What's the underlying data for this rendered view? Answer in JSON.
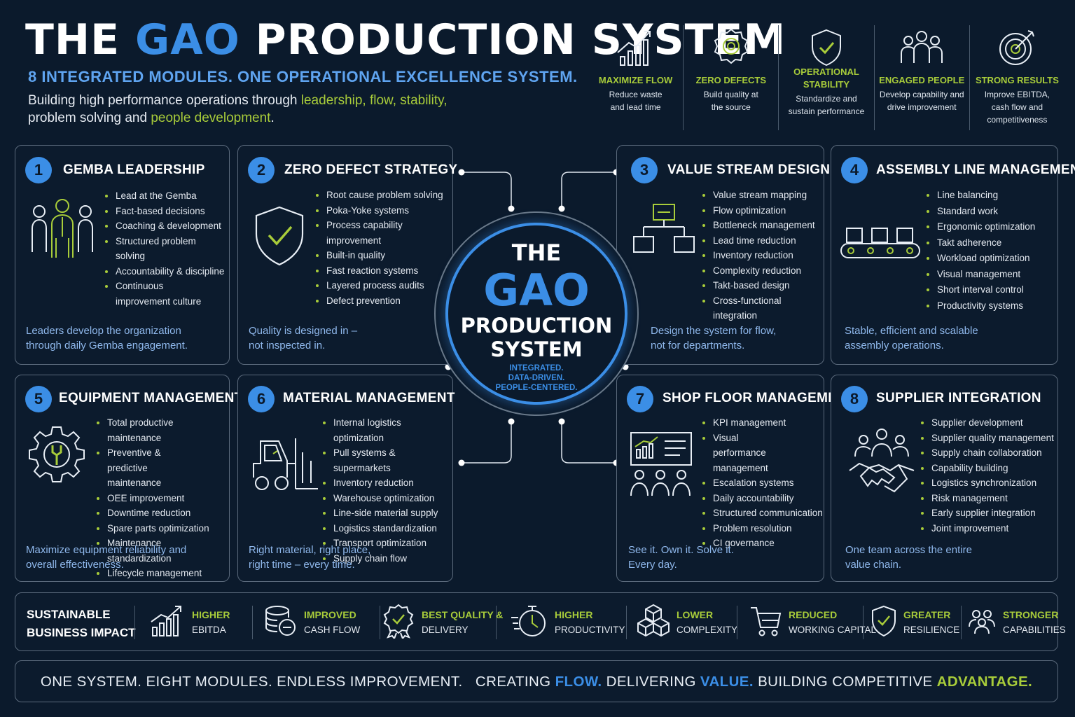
{
  "header": {
    "title_pre": "THE ",
    "title_gao": "GAO",
    "title_post": " PRODUCTION SYSTEM",
    "subtitle": "8 INTEGRATED MODULES. ONE OPERATIONAL EXCELLENCE SYSTEM.",
    "intro_1": "Building high performance operations through ",
    "intro_hl1": "leadership, flow, stability,",
    "intro_2": "problem solving and ",
    "intro_hl2": "people development",
    "intro_3": "."
  },
  "pillars": [
    {
      "icon": "growth-chart-icon",
      "title": "MAXIMIZE FLOW",
      "desc": "Reduce waste and lead time"
    },
    {
      "icon": "award-badge-icon",
      "title": "ZERO DEFECTS",
      "desc": "Build quality at the source"
    },
    {
      "icon": "shield-check-icon",
      "title": "OPERATIONAL STABILITY",
      "desc": "Standardize and sustain performance"
    },
    {
      "icon": "people-group-icon",
      "title": "ENGAGED PEOPLE",
      "desc": "Develop capability and drive improvement"
    },
    {
      "icon": "target-icon",
      "title": "STRONG RESULTS",
      "desc": "Improve EBITDA, cash flow and competitiveness"
    }
  ],
  "modules": [
    {
      "num": "1",
      "title": "GEMBA LEADERSHIP",
      "icon": "leader-team-icon",
      "items": [
        "Lead at the Gemba",
        "Fact-based decisions",
        "Coaching & development",
        "Structured problem solving",
        "Accountability & discipline",
        "Continuous improvement culture"
      ],
      "footer": "Leaders develop the organization through daily Gemba engagement."
    },
    {
      "num": "2",
      "title": "ZERO DEFECT STRATEGY",
      "icon": "shield-check-icon",
      "items": [
        "Root cause problem solving",
        "Poka-Yoke systems",
        "Process capability improvement",
        "Built-in quality",
        "Fast reaction systems",
        "Layered process audits",
        "Defect prevention"
      ],
      "footer": "Quality is designed in – not inspected in."
    },
    {
      "num": "3",
      "title": "VALUE STREAM DESIGN",
      "icon": "flow-diagram-icon",
      "items": [
        "Value stream mapping",
        "Flow optimization",
        "Bottleneck management",
        "Lead time reduction",
        "Inventory reduction",
        "Complexity reduction",
        "Takt-based design",
        "Cross-functional integration"
      ],
      "footer": "Design the system for flow, not for departments."
    },
    {
      "num": "4",
      "title": "ASSEMBLY LINE MANAGEMENT",
      "icon": "conveyor-icon",
      "items": [
        "Line balancing",
        "Standard work",
        "Ergonomic optimization",
        "Takt adherence",
        "Workload optimization",
        "Visual management",
        "Short interval control",
        "Productivity systems"
      ],
      "footer": "Stable, efficient and scalable assembly operations."
    },
    {
      "num": "5",
      "title": "EQUIPMENT MANAGEMENT",
      "icon": "gear-wrench-icon",
      "items": [
        "Total productive maintenance",
        "Preventive & predictive maintenance",
        "OEE improvement",
        "Downtime reduction",
        "Spare parts optimization",
        "Maintenance standardization",
        "Lifecycle management"
      ],
      "footer": "Maximize equipment reliability and overall effectiveness."
    },
    {
      "num": "6",
      "title": "MATERIAL MANAGEMENT",
      "icon": "forklift-icon",
      "items": [
        "Internal logistics optimization",
        "Pull systems & supermarkets",
        "Inventory reduction",
        "Warehouse optimization",
        "Line-side material supply",
        "Logistics standardization",
        "Transport optimization",
        "Supply chain flow"
      ],
      "footer": "Right material, right place, right time – every time."
    },
    {
      "num": "7",
      "title": "SHOP FLOOR MANAGEMENT",
      "icon": "kpi-board-icon",
      "items": [
        "KPI management",
        "Visual performance management",
        "Escalation systems",
        "Daily accountability",
        "Structured communication",
        "Problem resolution",
        "CI governance"
      ],
      "footer": "See it. Own it. Solve it. Every day."
    },
    {
      "num": "8",
      "title": "SUPPLIER INTEGRATION",
      "icon": "handshake-icon",
      "items": [
        "Supplier development",
        "Supplier quality management",
        "Supply chain collaboration",
        "Capability building",
        "Logistics synchronization",
        "Risk management",
        "Early supplier integration",
        "Joint improvement"
      ],
      "footer": "One team across the entire value chain."
    }
  ],
  "center": {
    "the": "THE",
    "gao": "GAO",
    "line1": "PRODUCTION",
    "line2": "SYSTEM",
    "tag1": "INTEGRATED.",
    "tag2": "DATA-DRIVEN.",
    "tag3": "PEOPLE-CENTERED."
  },
  "impact": {
    "label_1": "SUSTAINABLE",
    "label_2": "BUSINESS IMPACT",
    "items": [
      {
        "icon": "bar-growth-icon",
        "l1": "HIGHER",
        "l2": "EBITDA"
      },
      {
        "icon": "coins-icon",
        "l1": "IMPROVED",
        "l2": "CASH FLOW"
      },
      {
        "icon": "quality-badge-icon",
        "l1": "BEST QUALITY &",
        "l2": "DELIVERY"
      },
      {
        "icon": "stopwatch-icon",
        "l1": "HIGHER",
        "l2": "PRODUCTIVITY"
      },
      {
        "icon": "cubes-icon",
        "l1": "LOWER",
        "l2": "COMPLEXITY"
      },
      {
        "icon": "cart-icon",
        "l1": "REDUCED",
        "l2": "WORKING CAPITAL"
      },
      {
        "icon": "shield-check-icon",
        "l1": "GREATER",
        "l2": "RESILIENCE"
      },
      {
        "icon": "people-icon",
        "l1": "STRONGER",
        "l2": "CAPABILITIES"
      }
    ]
  },
  "banner": {
    "a": "ONE SYSTEM. EIGHT MODULES. ENDLESS IMPROVEMENT.",
    "b": "CREATING ",
    "flow": "FLOW.",
    "c": " DELIVERING ",
    "value": "VALUE.",
    "d": " BUILDING COMPETITIVE ",
    "adv": "ADVANTAGE."
  },
  "colors": {
    "background": "#0b1a2c",
    "accent_blue": "#3b8ee6",
    "accent_green": "#a8cc3a"
  }
}
